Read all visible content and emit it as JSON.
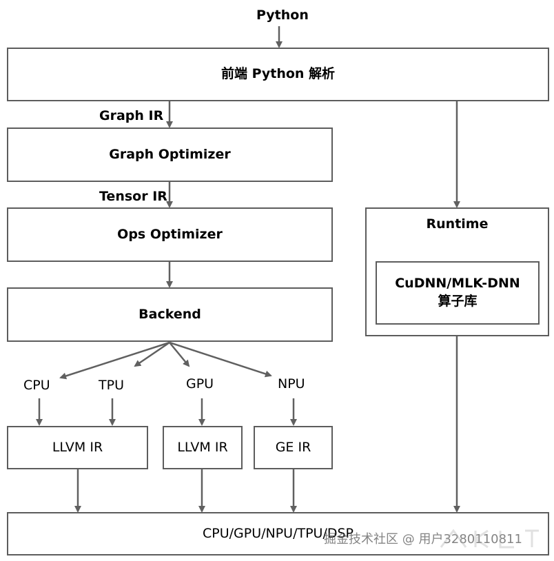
{
  "diagram": {
    "input_label": "Python",
    "frontend": "前端 Python 解析",
    "graph_ir": "Graph IR",
    "graph_optimizer": "Graph Optimizer",
    "tensor_ir": "Tensor IR",
    "ops_optimizer": "Ops Optimizer",
    "backend": "Backend",
    "runtime": "Runtime",
    "runtime_lib_line1": "CuDNN/MLK-DNN",
    "runtime_lib_line2": "算子库",
    "targets": {
      "cpu": "CPU",
      "tpu": "TPU",
      "gpu": "GPU",
      "npu": "NPU"
    },
    "ir_boxes": {
      "llvm_ir_1": "LLVM IR",
      "llvm_ir_2": "LLVM IR",
      "ge_ir": "GE IR"
    },
    "hardware": "CPU/GPU/NPU/TPU/DSP"
  },
  "watermark": "掘金技术社区 @ 用户3280110811",
  "colors": {
    "border": "#5c5c5c",
    "arrow": "#606060",
    "background": "#ffffff"
  }
}
